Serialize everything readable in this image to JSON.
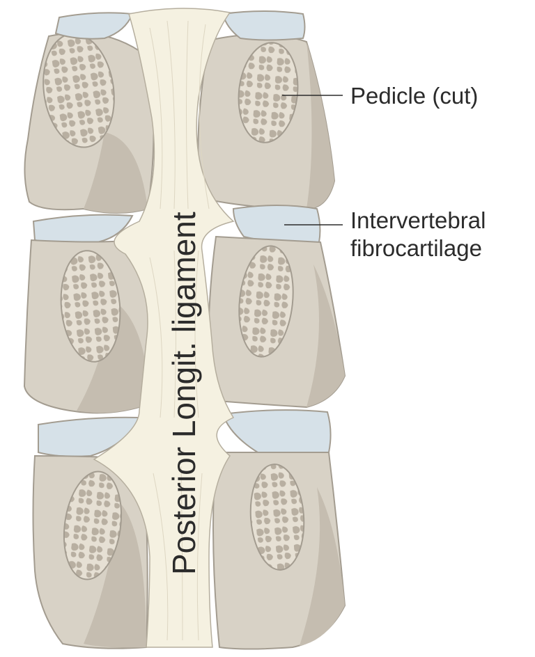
{
  "labels": {
    "pedicle": "Pedicle (cut)",
    "disc_line1": "Intervertebral",
    "disc_line2": "fibrocartilage",
    "ligament": "Posterior Longit. ligament"
  },
  "colors": {
    "bone": "#d8d2c6",
    "bone_shade": "#c5bdb0",
    "bone_outline": "#a39c90",
    "cut_surface": "#e6e0d4",
    "trabecular": "#b8afa1",
    "disc": "#d6e1e8",
    "ligament": "#f5f1e1",
    "text": "#2b2b2b"
  }
}
